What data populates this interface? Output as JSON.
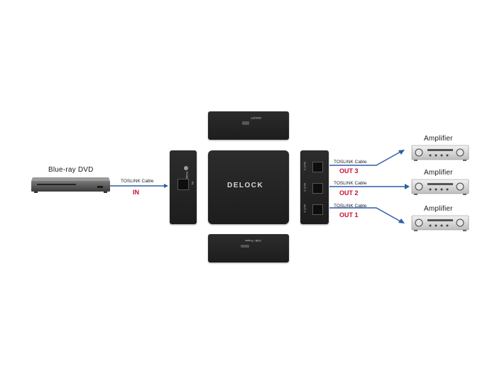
{
  "source": {
    "label": "Blue-ray DVD"
  },
  "input_link": {
    "cable": "TOSLINK Cable",
    "port": "IN"
  },
  "outputs": [
    {
      "cable": "TOSLINK Cable",
      "port": "OUT 3",
      "device": "Amplifier"
    },
    {
      "cable": "TOSLINK Cable",
      "port": "OUT 2",
      "device": "Amplifier"
    },
    {
      "cable": "TOSLINK Cable",
      "port": "OUT 1",
      "device": "Amplifier"
    }
  ],
  "device_views": {
    "top_switch": "ON/OFF",
    "bottom_power": "USB / Power",
    "left_power_label": "POWER LED",
    "left_in_label": "IN",
    "right_out_labels": [
      "OUT 3",
      "OUT 2",
      "OUT 1"
    ],
    "brand": "DELOCK"
  },
  "colors": {
    "cable_line": "#2d5da8",
    "port_label": "#c8102e",
    "device_body": "#232323"
  }
}
